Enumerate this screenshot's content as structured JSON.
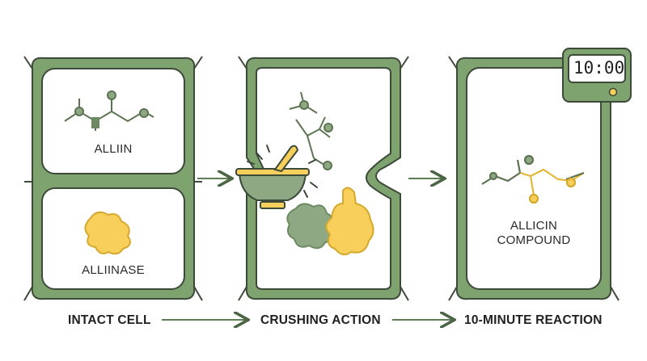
{
  "cells": {
    "intact_top": {
      "molecule_label": "ALLIIN"
    },
    "intact_bottom": {
      "enzyme_label": "ALLIINASE"
    },
    "result": {
      "product_label_line1": "ALLICIN",
      "product_label_line2": "COMPOUND"
    }
  },
  "timer": {
    "display": "10:00"
  },
  "steps": [
    {
      "label": "INTACT CELL"
    },
    {
      "label": "CRUSHING ACTION"
    },
    {
      "label": "10-MINUTE REACTION"
    }
  ],
  "colors": {
    "cell_wall": "#7fa36e",
    "cell_wall_dark": "#3d4a3a",
    "molecule": "#6e8a63",
    "enzyme_yellow": "#f7cf5a",
    "product_yellow": "#e4b63a",
    "arrow": "#5f7d55"
  }
}
